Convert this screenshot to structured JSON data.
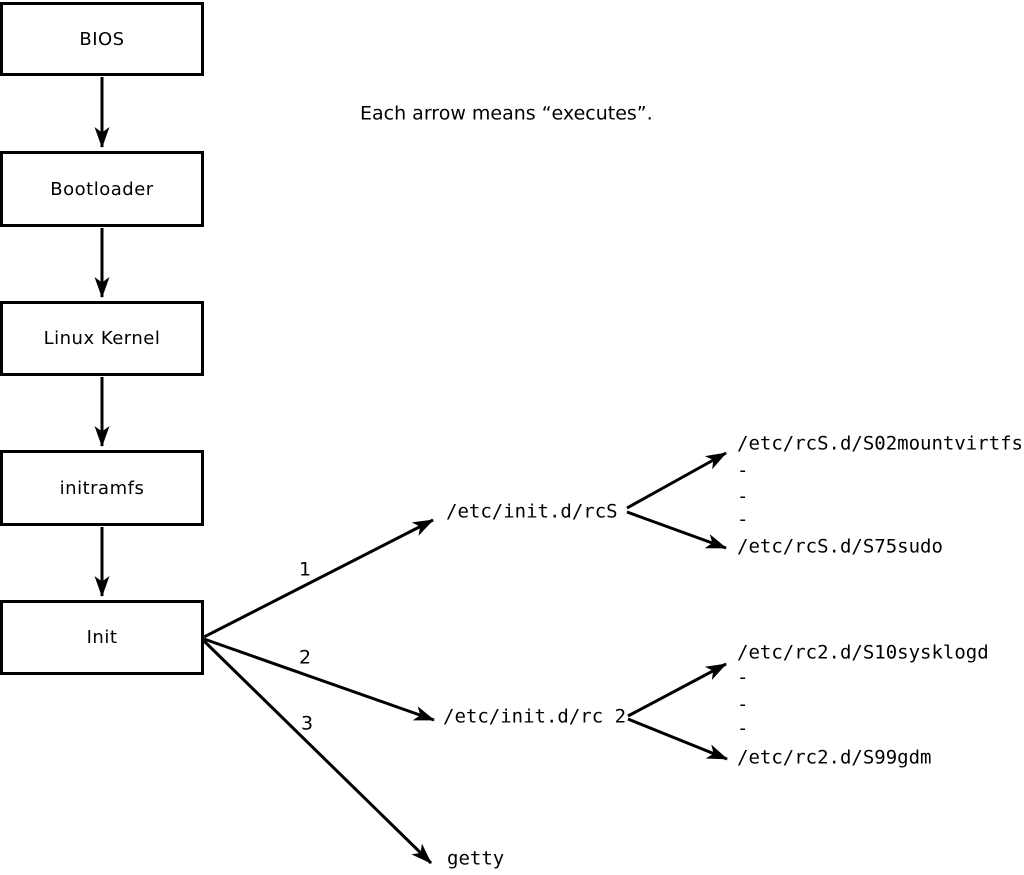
{
  "note": "Each arrow means “executes”.",
  "chain": {
    "boxes": [
      "BIOS",
      "Bootloader",
      "Linux Kernel",
      "initramfs",
      "Init"
    ]
  },
  "init_branches": [
    {
      "order": "1",
      "target": "/etc/init.d/rcS"
    },
    {
      "order": "2",
      "target": "/etc/init.d/rc 2"
    },
    {
      "order": "3",
      "target": "getty"
    }
  ],
  "rcS_scripts": {
    "first": "/etc/rcS.d/S02mountvirtfs",
    "ellipsis": [
      "-",
      "-",
      "-"
    ],
    "last": "/etc/rcS.d/S75sudo"
  },
  "rc2_scripts": {
    "first": "/etc/rc2.d/S10sysklogd",
    "ellipsis": [
      "-",
      "-",
      "-"
    ],
    "last": "/etc/rc2.d/S99gdm"
  },
  "colors": {
    "stroke": "#000000",
    "background": "#ffffff"
  }
}
